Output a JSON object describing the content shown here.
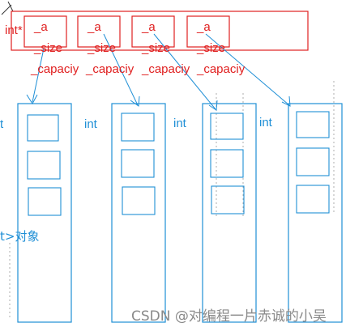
{
  "outer_label": "int*",
  "members": [
    {
      "a": "_a",
      "size": "_size",
      "capacity": "_capaciy"
    },
    {
      "a": "_a",
      "size": "_size",
      "capacity": "_capaciy"
    },
    {
      "a": "_a",
      "size": "_size",
      "capacity": "_capaciy"
    },
    {
      "a": "_a",
      "size": "_size",
      "capacity": "_capaciy"
    }
  ],
  "column_labels": [
    "t",
    "int",
    "int",
    "int"
  ],
  "object_label": "t>对象",
  "watermark": "CSDN @对编程一片赤诚的小吴",
  "colors": {
    "red": "#e02020",
    "blue": "#1f8fd6",
    "watermark": "#8a8a8a"
  }
}
